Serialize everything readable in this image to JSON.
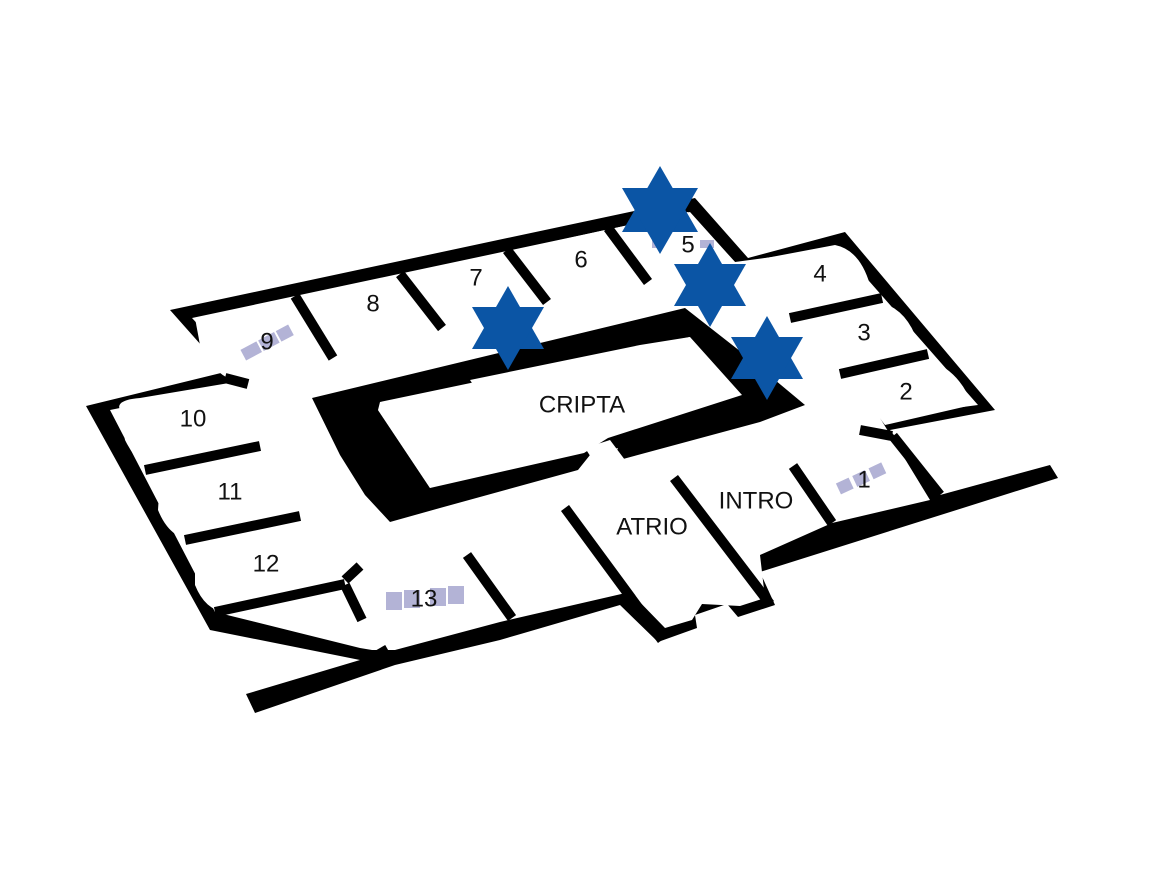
{
  "map": {
    "rooms": {
      "r1": "1",
      "r2": "2",
      "r3": "3",
      "r4": "4",
      "r5": "5",
      "r6": "6",
      "r7": "7",
      "r8": "8",
      "r9": "9",
      "r10": "10",
      "r11": "11",
      "r12": "12",
      "r13": "13",
      "cripta": "CRIPTA",
      "atrio": "ATRIO",
      "intro": "INTRO"
    },
    "colors": {
      "walls": "#000000",
      "floor": "#ffffff",
      "star": "#0b55a5",
      "marker": "#b3b3d6"
    },
    "stars_near_rooms": [
      "5",
      "4",
      "7",
      "3"
    ],
    "markers_in_rooms": [
      "9",
      "13",
      "1",
      "5"
    ]
  }
}
